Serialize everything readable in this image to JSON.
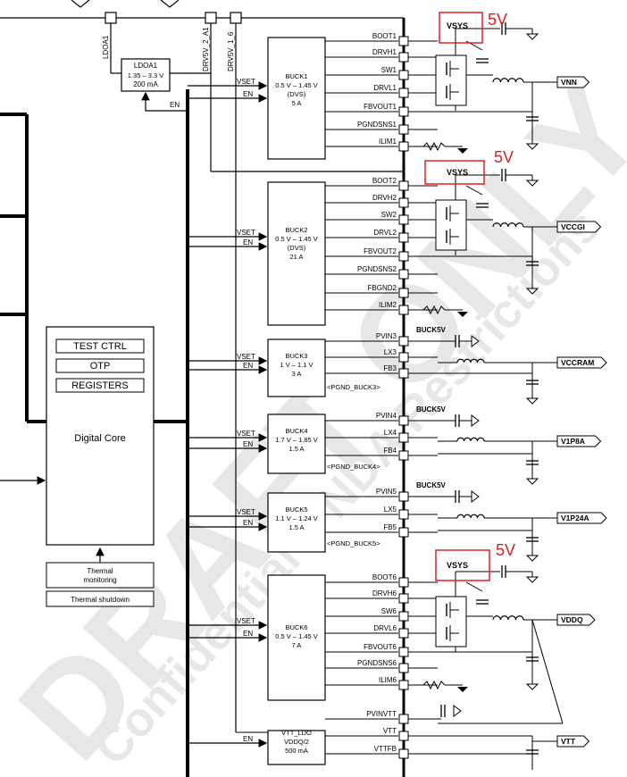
{
  "ldo": {
    "pin_label": "LDOA1",
    "name": "LDOA1",
    "range": "1.35 – 3.3 V",
    "current": "200 mA",
    "en": "EN"
  },
  "rails": {
    "drv5v_2_a1": "DRV5V_2_A1",
    "drv5v_1_6": "DRV5V_1_6"
  },
  "core": {
    "items": [
      "TEST CTRL",
      "OTP",
      "REGISTERS"
    ],
    "label": "Digital Core",
    "thermal_mon": [
      "Thermal",
      "monitoring"
    ],
    "thermal_sd": "Thermal shutdown"
  },
  "sig": {
    "vset": "VSET",
    "en": "EN"
  },
  "bucks": [
    {
      "lines": [
        "BUCK1",
        "0.5 V – 1.45 V",
        "(DVS)",
        "5 A"
      ]
    },
    {
      "lines": [
        "BUCK2",
        "0.5 V – 1.45 V",
        "(DVS)",
        "21 A"
      ]
    },
    {
      "lines": [
        "BUCK3",
        "1 V – 1.1 V",
        "3 A"
      ],
      "pgnd": "<PGND_BUCK3>"
    },
    {
      "lines": [
        "BUCK4",
        "1.7 V – 1.85 V",
        "1.5 A"
      ],
      "pgnd": "<PGND_BUCK4>"
    },
    {
      "lines": [
        "BUCK5",
        "1.1 V – 1.24 V",
        "1.5 A"
      ],
      "pgnd": "<PGND_BUCK5>"
    },
    {
      "lines": [
        "BUCK6",
        "0.5 V – 1.45 V",
        "7 A"
      ]
    },
    {
      "lines": [
        "VTT_LDO",
        "VDDQ/2",
        "500 mA"
      ]
    }
  ],
  "pins": [
    "BOOT1",
    "DRVH1",
    "SW1",
    "DRVL1",
    "FBVOUT1",
    "PGNDSNS1",
    "ILIM1",
    "BOOT2",
    "DRVH2",
    "SW2",
    "DRVL2",
    "FBVOUT2",
    "PGNDSNS2",
    "FBGND2",
    "ILIM2",
    "PVIN3",
    "LX3",
    "FB3",
    "PVIN4",
    "LX4",
    "FB4",
    "PVIN5",
    "LX5",
    "FB5",
    "BOOT6",
    "DRVH6",
    "SW6",
    "DRVL6",
    "FBVOUT6",
    "PGNDSNS6",
    "ILIM6",
    "PVINVTT",
    "VTT",
    "VTTFB"
  ],
  "outputs": [
    "VNN",
    "VCCGI",
    "VCCRAM",
    "V1P8A",
    "V1P24A",
    "VDDQ",
    "VTT"
  ],
  "vsys": {
    "label": "VSYS",
    "annotation": "5V"
  },
  "buck5v": "BUCK5V",
  "watermark": {
    "big": "DRAFT ONLY",
    "small": "Confidential – NDA Restrictions"
  },
  "colors": {
    "line": "#000000",
    "annotation": "#e02020",
    "watermark": "#c8c8c8"
  }
}
